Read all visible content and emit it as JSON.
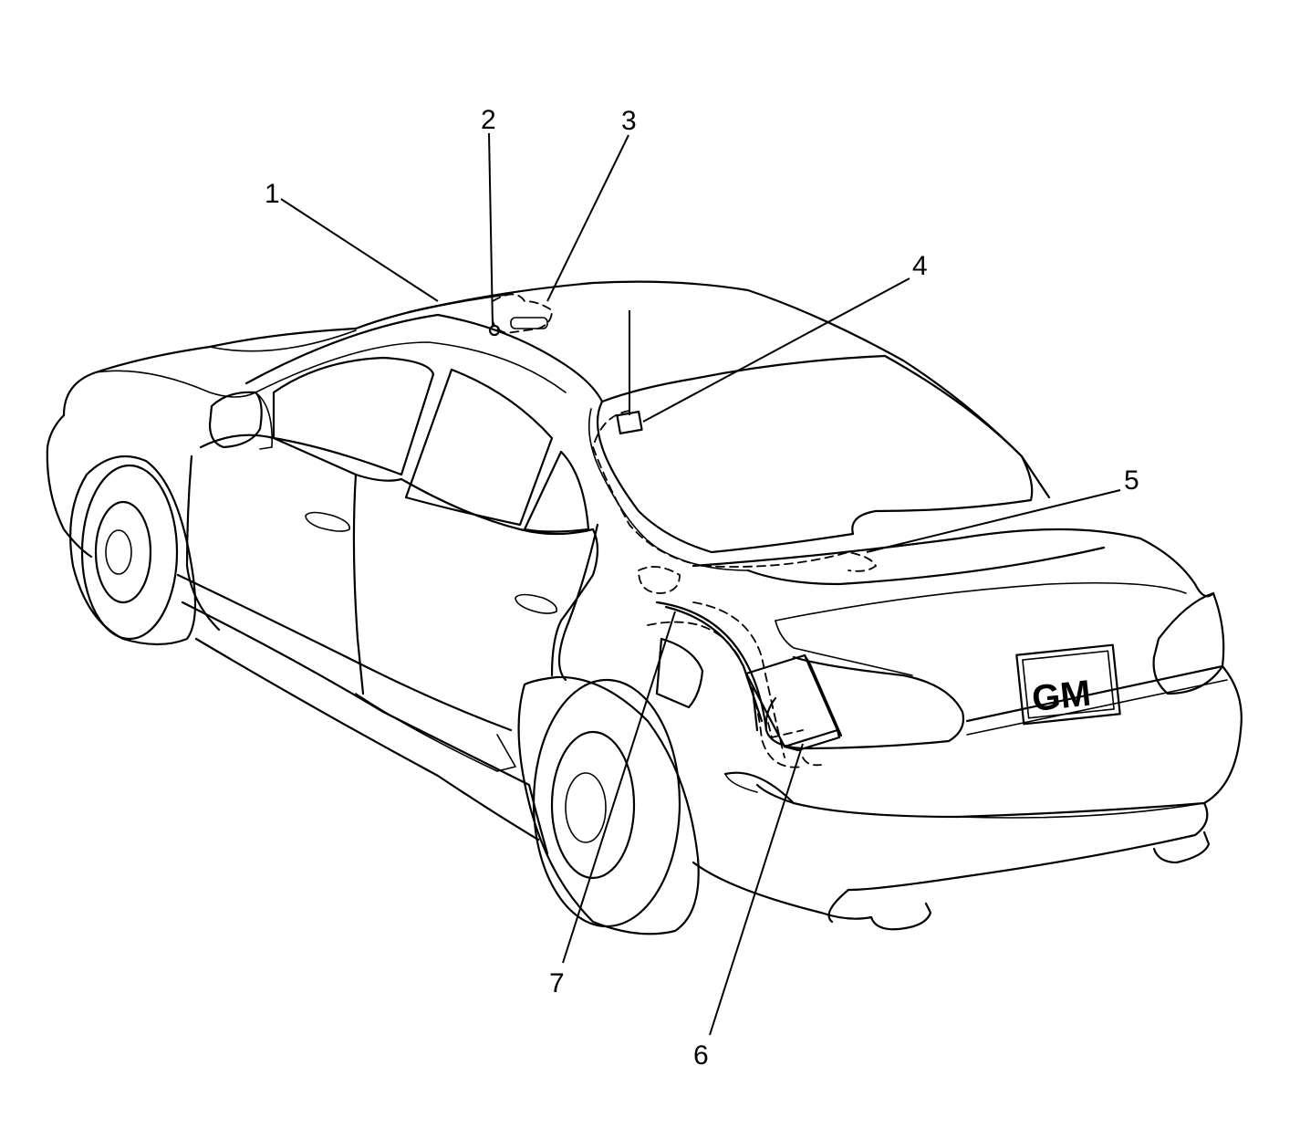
{
  "callouts": [
    {
      "id": "1",
      "label": "1"
    },
    {
      "id": "2",
      "label": "2"
    },
    {
      "id": "3",
      "label": "3"
    },
    {
      "id": "4",
      "label": "4"
    },
    {
      "id": "5",
      "label": "5"
    },
    {
      "id": "6",
      "label": "6"
    },
    {
      "id": "7",
      "label": "7"
    }
  ],
  "license_plate": {
    "text": "GM"
  }
}
